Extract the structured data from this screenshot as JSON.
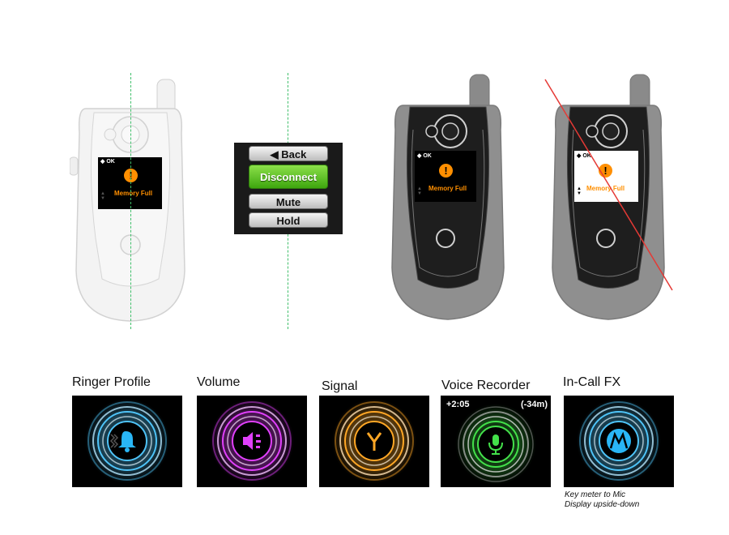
{
  "phone_screen": {
    "softkey": "◆ OK",
    "message": "Memory Full",
    "alert_glyph": "!"
  },
  "call_menu": {
    "items": [
      {
        "label": "◀  Back"
      },
      {
        "label": "Disconnect",
        "active": true
      },
      {
        "label": "Mute"
      },
      {
        "label": "Hold"
      }
    ]
  },
  "tiles": [
    {
      "label": "Ringer Profile",
      "icon": "bell-icon",
      "color": "#4fc3f7"
    },
    {
      "label": "Volume",
      "icon": "speaker-icon",
      "color": "#e040fb"
    },
    {
      "label": "Signal",
      "icon": "antenna-icon",
      "color": "#ffa726"
    },
    {
      "label": "Voice Recorder",
      "icon": "microphone-icon",
      "color": "#43e04a",
      "elapsed": "+2:05",
      "remaining": "(-34m)"
    },
    {
      "label": "In-Call FX",
      "icon": "motorola-logo-icon",
      "color": "#4fc3f7"
    }
  ],
  "note": {
    "line1": "Key meter to Mic",
    "line2": "Display upside-down"
  },
  "colors": {
    "guide": "#3fbf6a",
    "cross_line": "#e53935",
    "alert_orange": "#ff8f00"
  }
}
